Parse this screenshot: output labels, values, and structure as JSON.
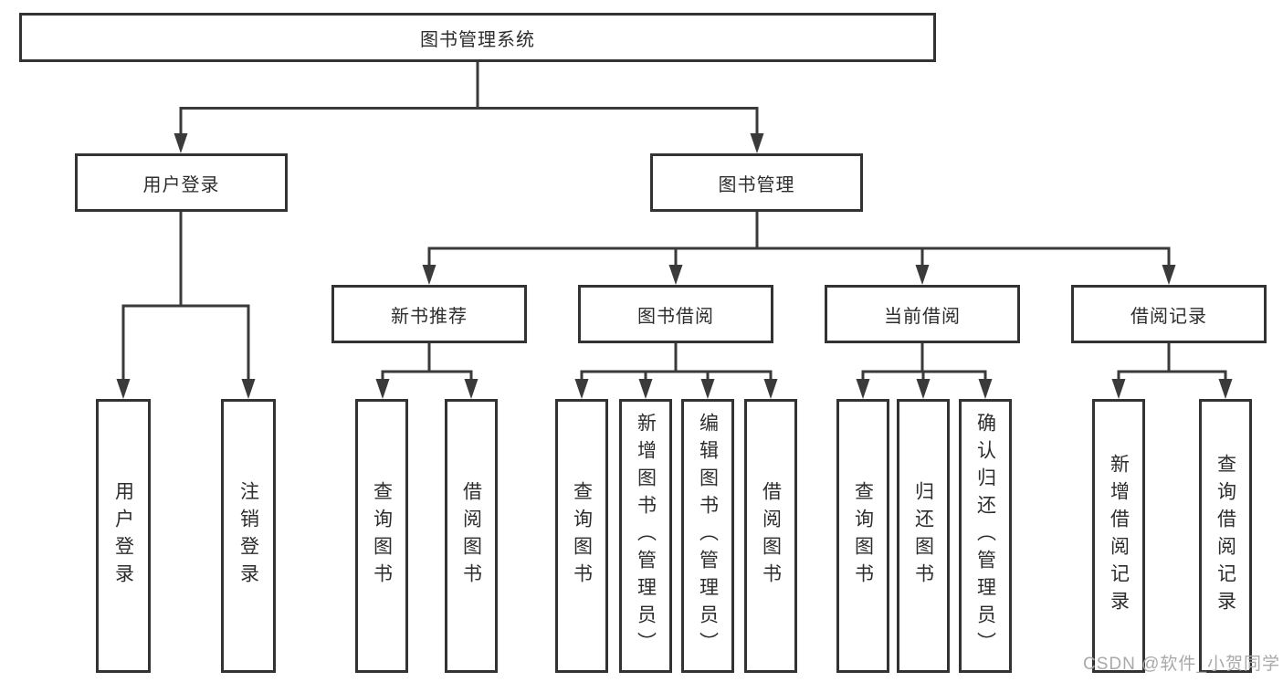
{
  "tree": {
    "root": {
      "label": "图书管理系统",
      "children": [
        {
          "label": "用户登录",
          "children": [
            {
              "label": "用户登录"
            },
            {
              "label": "注销登录"
            }
          ]
        },
        {
          "label": "图书管理",
          "children": [
            {
              "label": "新书推荐",
              "children": [
                {
                  "label": "查询图书"
                },
                {
                  "label": "借阅图书"
                }
              ]
            },
            {
              "label": "图书借阅",
              "children": [
                {
                  "label": "查询图书"
                },
                {
                  "label": "新增图书（管理员）"
                },
                {
                  "label": "编辑图书（管理员）"
                },
                {
                  "label": "借阅图书"
                }
              ]
            },
            {
              "label": "当前借阅",
              "children": [
                {
                  "label": "查询图书"
                },
                {
                  "label": "归还图书"
                },
                {
                  "label": "确认归还（管理员）"
                }
              ]
            },
            {
              "label": "借阅记录",
              "children": [
                {
                  "label": "新增借阅记录"
                },
                {
                  "label": "查询借阅记录"
                }
              ]
            }
          ]
        }
      ]
    }
  },
  "watermark": {
    "text": "CSDN @软件_小贺同学"
  },
  "colors": {
    "line": "#3a3a3a",
    "border": "#333333",
    "text": "#2d2d2d",
    "watermark": "#a9a9a9",
    "background": "#ffffff"
  }
}
